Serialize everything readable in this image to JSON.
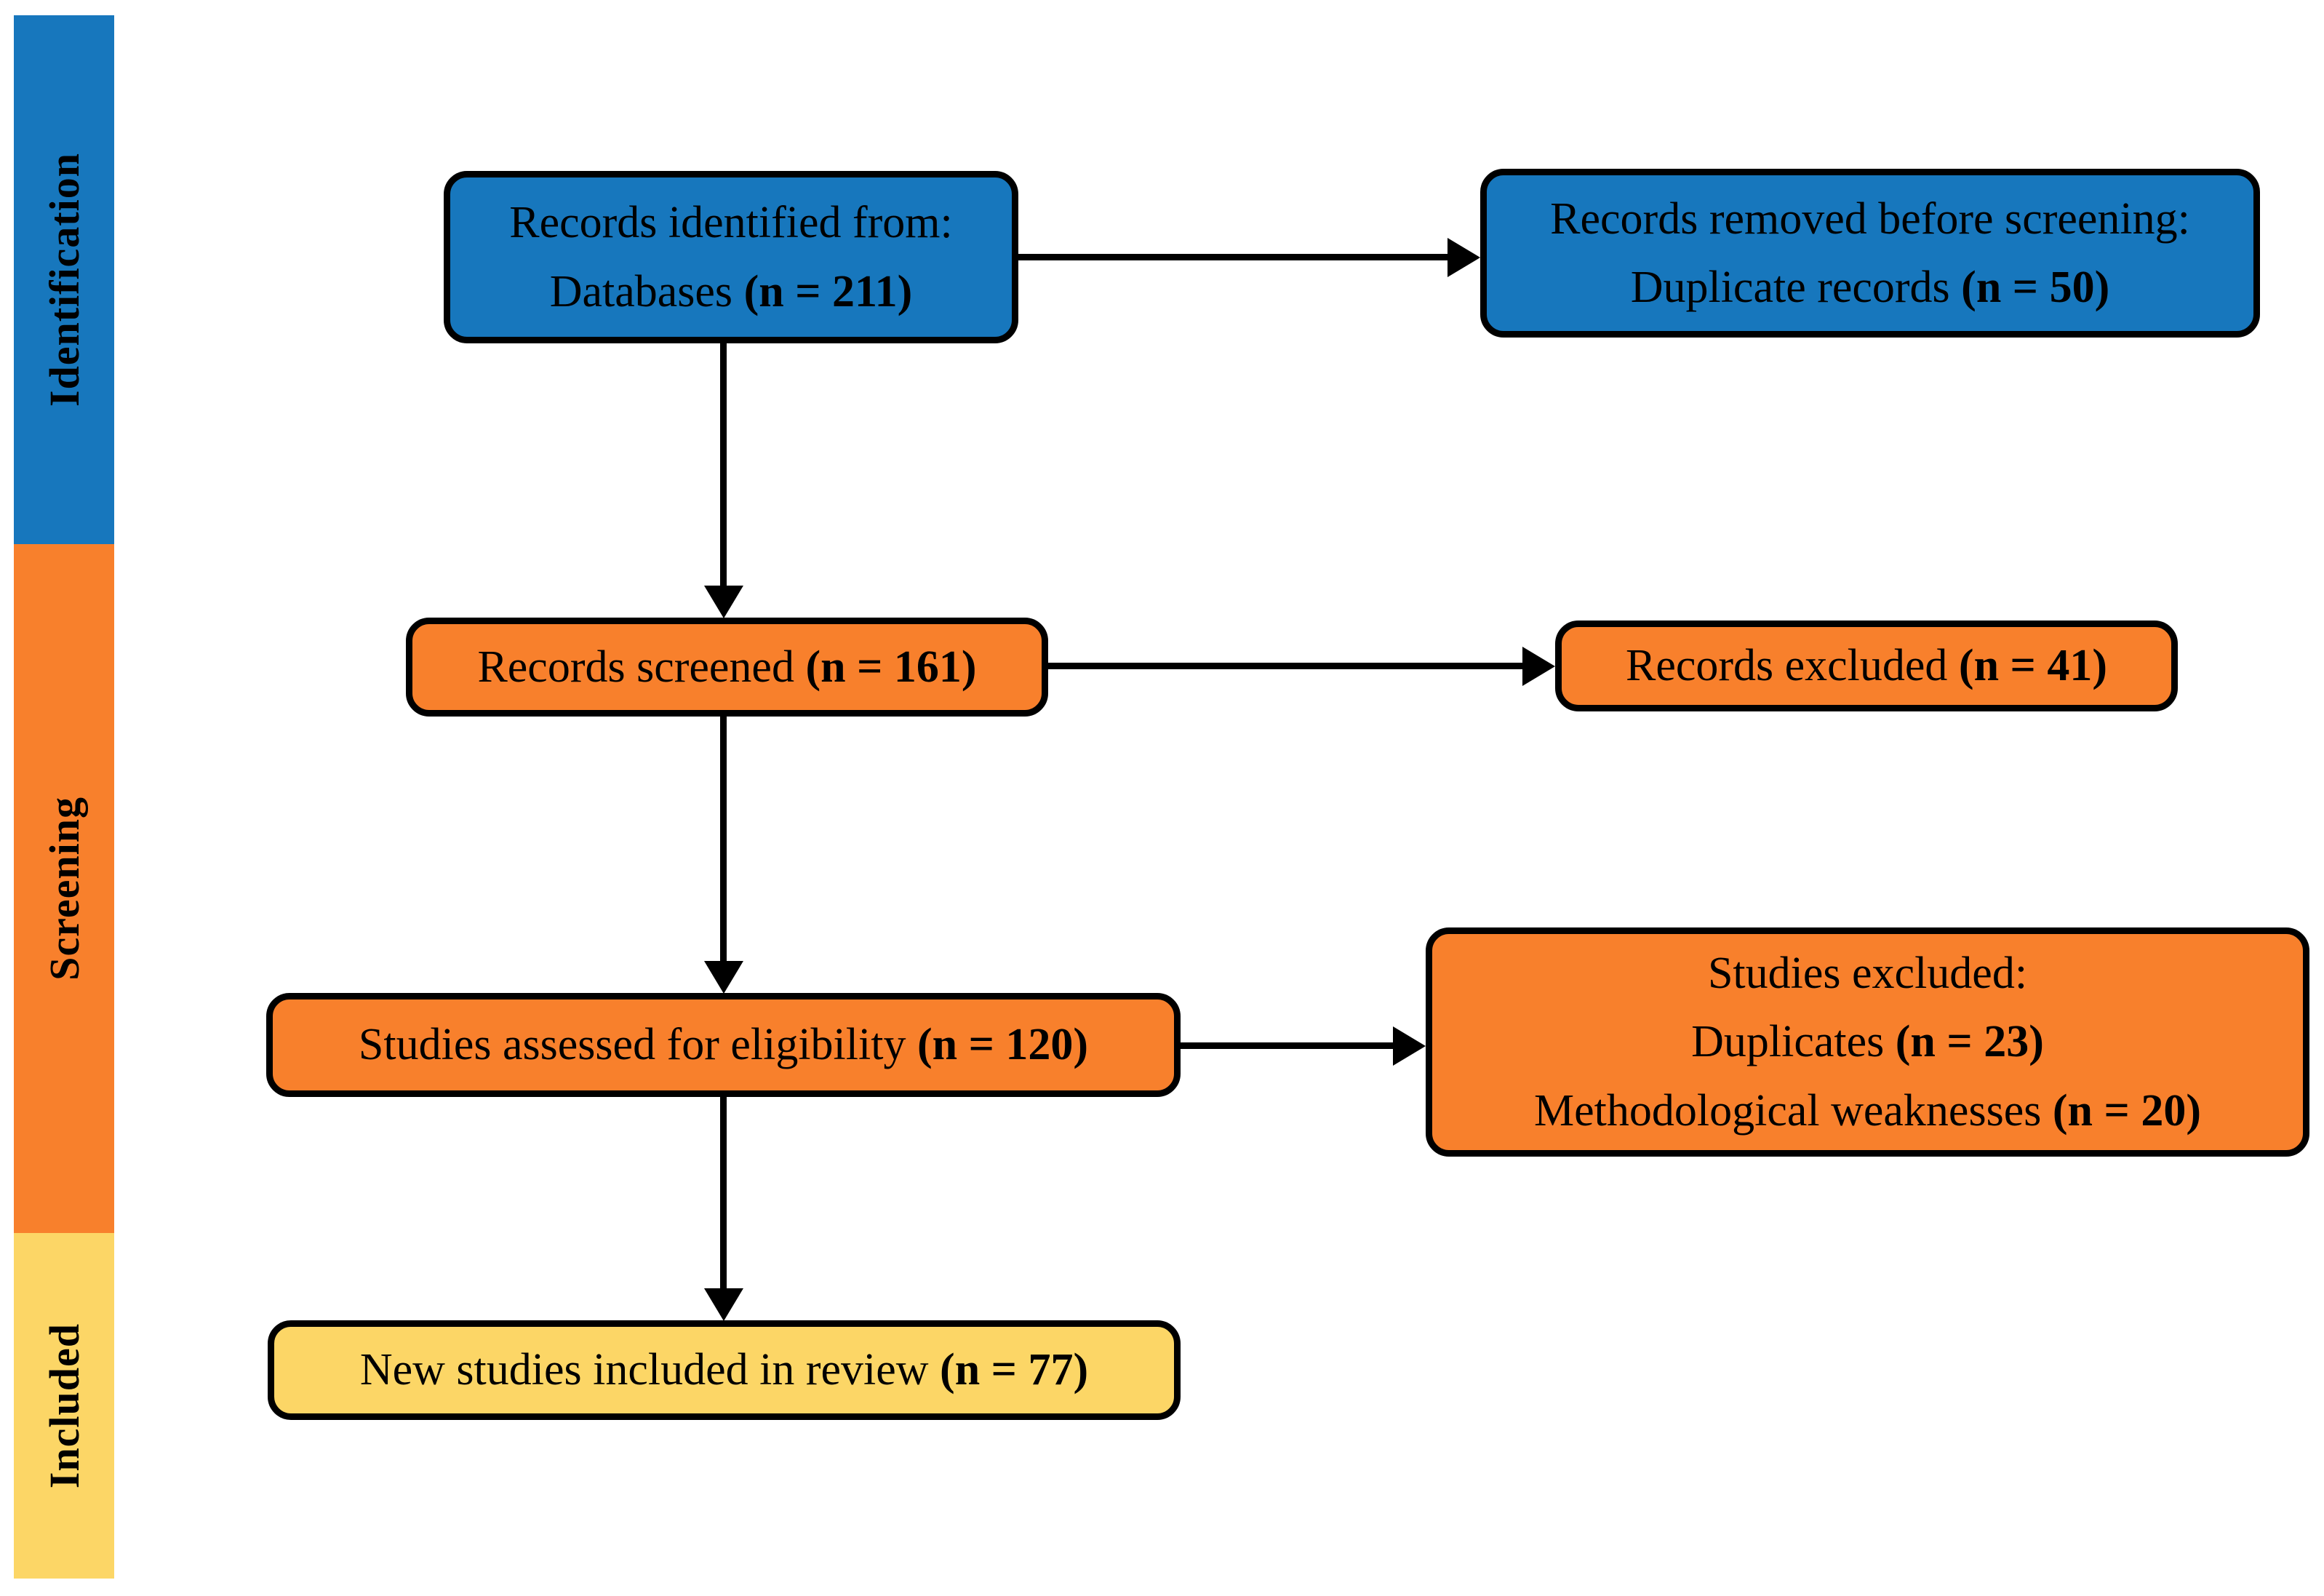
{
  "diagram": {
    "kind": "PRISMA flow diagram",
    "background": "#ffffff"
  },
  "colors": {
    "identification_blue": "#1777BD",
    "screening_orange": "#F8802C",
    "included_yellow": "#FCD666",
    "line_black": "#000000"
  },
  "sidebar": {
    "sections": [
      {
        "label": "Identification",
        "color": "#1777BD"
      },
      {
        "label": "Screening",
        "color": "#F8802C"
      },
      {
        "label": "Included",
        "color": "#FCD666"
      }
    ]
  },
  "boxes": [
    {
      "id": "records-identified",
      "phase": "Identification",
      "lines": [
        {
          "text": "Records identified from:",
          "bold": ""
        },
        {
          "text": "Databases ",
          "bold": "(n = 211)"
        }
      ]
    },
    {
      "id": "records-removed",
      "phase": "Identification",
      "lines": [
        {
          "text": "Records removed before screening:",
          "bold": ""
        },
        {
          "text": "Duplicate records ",
          "bold": "(n = 50)"
        }
      ]
    },
    {
      "id": "records-screened",
      "phase": "Screening",
      "lines": [
        {
          "text": "Records screened ",
          "bold": "(n = 161)"
        }
      ]
    },
    {
      "id": "records-excluded",
      "phase": "Screening",
      "lines": [
        {
          "text": "Records excluded ",
          "bold": "(n = 41)"
        }
      ]
    },
    {
      "id": "studies-assessed",
      "phase": "Screening",
      "lines": [
        {
          "text": "Studies assessed for eligibility ",
          "bold": "(n = 120)"
        }
      ]
    },
    {
      "id": "studies-excluded",
      "phase": "Screening",
      "lines": [
        {
          "text": "Studies excluded:",
          "bold": ""
        },
        {
          "text": "Duplicates ",
          "bold": "(n = 23)"
        },
        {
          "text": "Methodological weaknesses ",
          "bold": "(n = 20)"
        }
      ]
    },
    {
      "id": "new-studies-included",
      "phase": "Included",
      "lines": [
        {
          "text": "New studies included in review ",
          "bold": "(n = 77)"
        }
      ]
    }
  ],
  "flow": [
    {
      "from": "records-identified",
      "to": "records-removed"
    },
    {
      "from": "records-identified",
      "to": "records-screened"
    },
    {
      "from": "records-screened",
      "to": "records-excluded"
    },
    {
      "from": "records-screened",
      "to": "studies-assessed"
    },
    {
      "from": "studies-assessed",
      "to": "studies-excluded"
    },
    {
      "from": "studies-assessed",
      "to": "new-studies-included"
    }
  ]
}
